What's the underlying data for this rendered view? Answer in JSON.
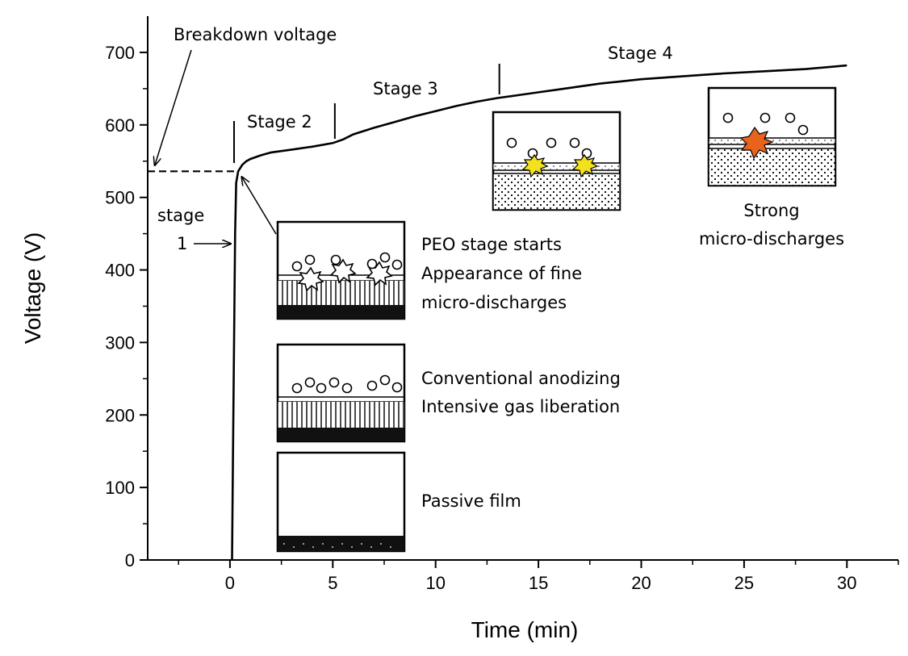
{
  "chart_data": {
    "type": "line",
    "xlabel": "Time (min)",
    "ylabel": "Voltage (V)",
    "xlim": [
      -4,
      32.5
    ],
    "ylim": [
      0,
      750
    ],
    "x_ticks": [
      0,
      5,
      10,
      15,
      20,
      25,
      30
    ],
    "y_ticks": [
      0,
      100,
      200,
      300,
      400,
      500,
      600,
      700
    ],
    "grid": false,
    "series": [
      {
        "x": [
          0.1,
          0.15,
          0.2,
          0.25,
          0.3,
          0.4,
          0.6,
          0.8,
          1.0,
          1.5,
          2.0,
          3.0,
          4.0,
          5.0,
          5.5,
          6,
          7,
          8,
          9,
          10,
          11,
          12,
          13,
          14,
          15,
          16,
          17,
          18,
          19,
          20,
          22,
          24,
          26,
          28,
          30
        ],
        "y": [
          0,
          150,
          300,
          450,
          520,
          536,
          545,
          550,
          553,
          558,
          562,
          566,
          570,
          575,
          580,
          587,
          596,
          604,
          612,
          619,
          626,
          632,
          637,
          641,
          645,
          649,
          653,
          657,
          660,
          663,
          667,
          671,
          674,
          677,
          682
        ]
      }
    ],
    "breakdown_voltage": 536,
    "stage_markers_x": [
      0.2,
      5.1,
      13.1
    ],
    "annotations": {
      "breakdown": "Breakdown voltage",
      "stage1_line1": "stage",
      "stage1_line2": "1",
      "stage2": "Stage 2",
      "stage3": "Stage 3",
      "stage4": "Stage 4",
      "peo_line1": "PEO stage starts",
      "peo_line2": "Appearance of fine",
      "peo_line3": "micro-discharges",
      "conv_line1": "Conventional anodizing",
      "conv_line2": "Intensive gas liberation",
      "passive": "Passive film",
      "strong_line1": "Strong",
      "strong_line2": "micro-discharges"
    }
  }
}
